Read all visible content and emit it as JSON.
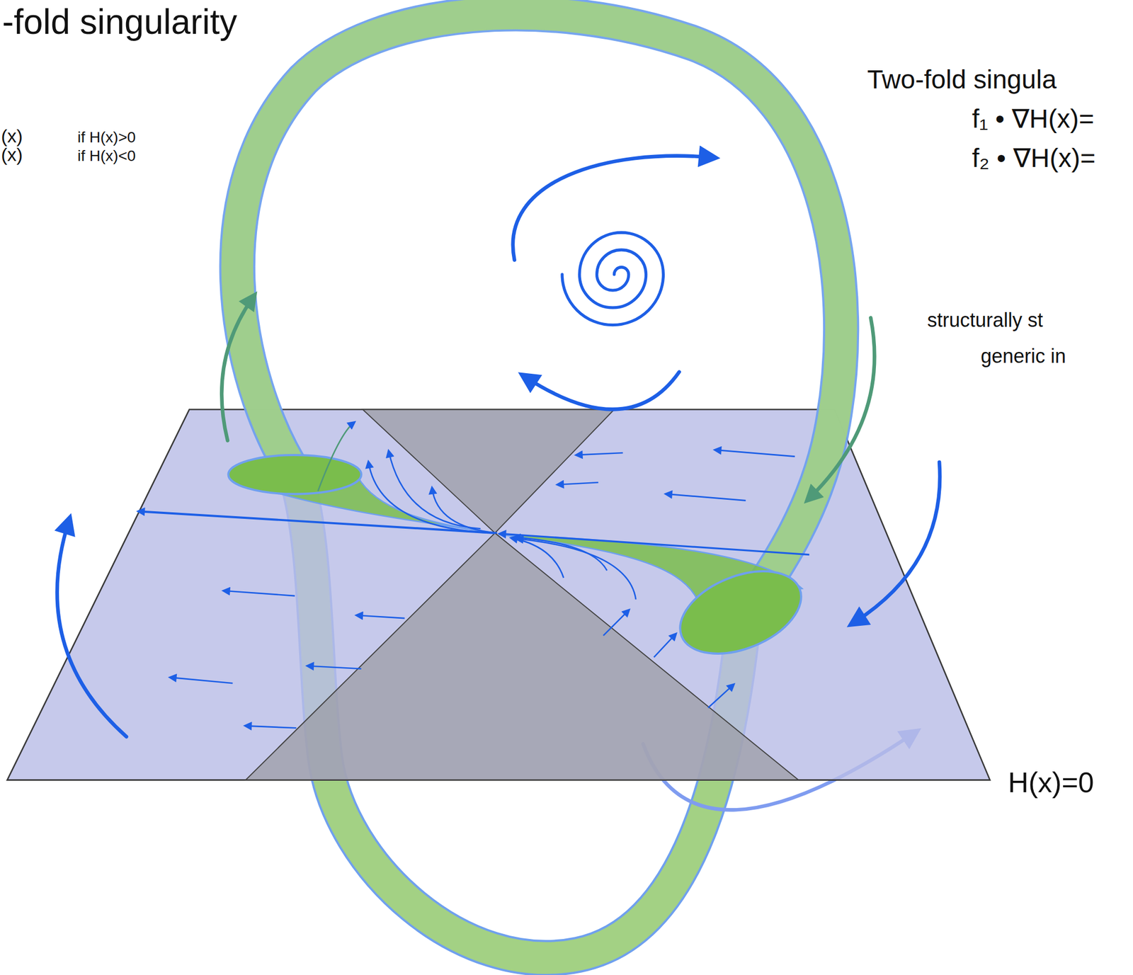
{
  "diagram": {
    "title": "-fold singularity",
    "labels": [
      "(x)",
      "if H(x)>0",
      "(x)",
      "if H(x)<0",
      "Two-fold singula",
      "f₁ • ∇H(x)=",
      "f₂ • ∇H(x)=",
      "structurally st",
      "generic in",
      "H(x)=0"
    ]
  }
}
